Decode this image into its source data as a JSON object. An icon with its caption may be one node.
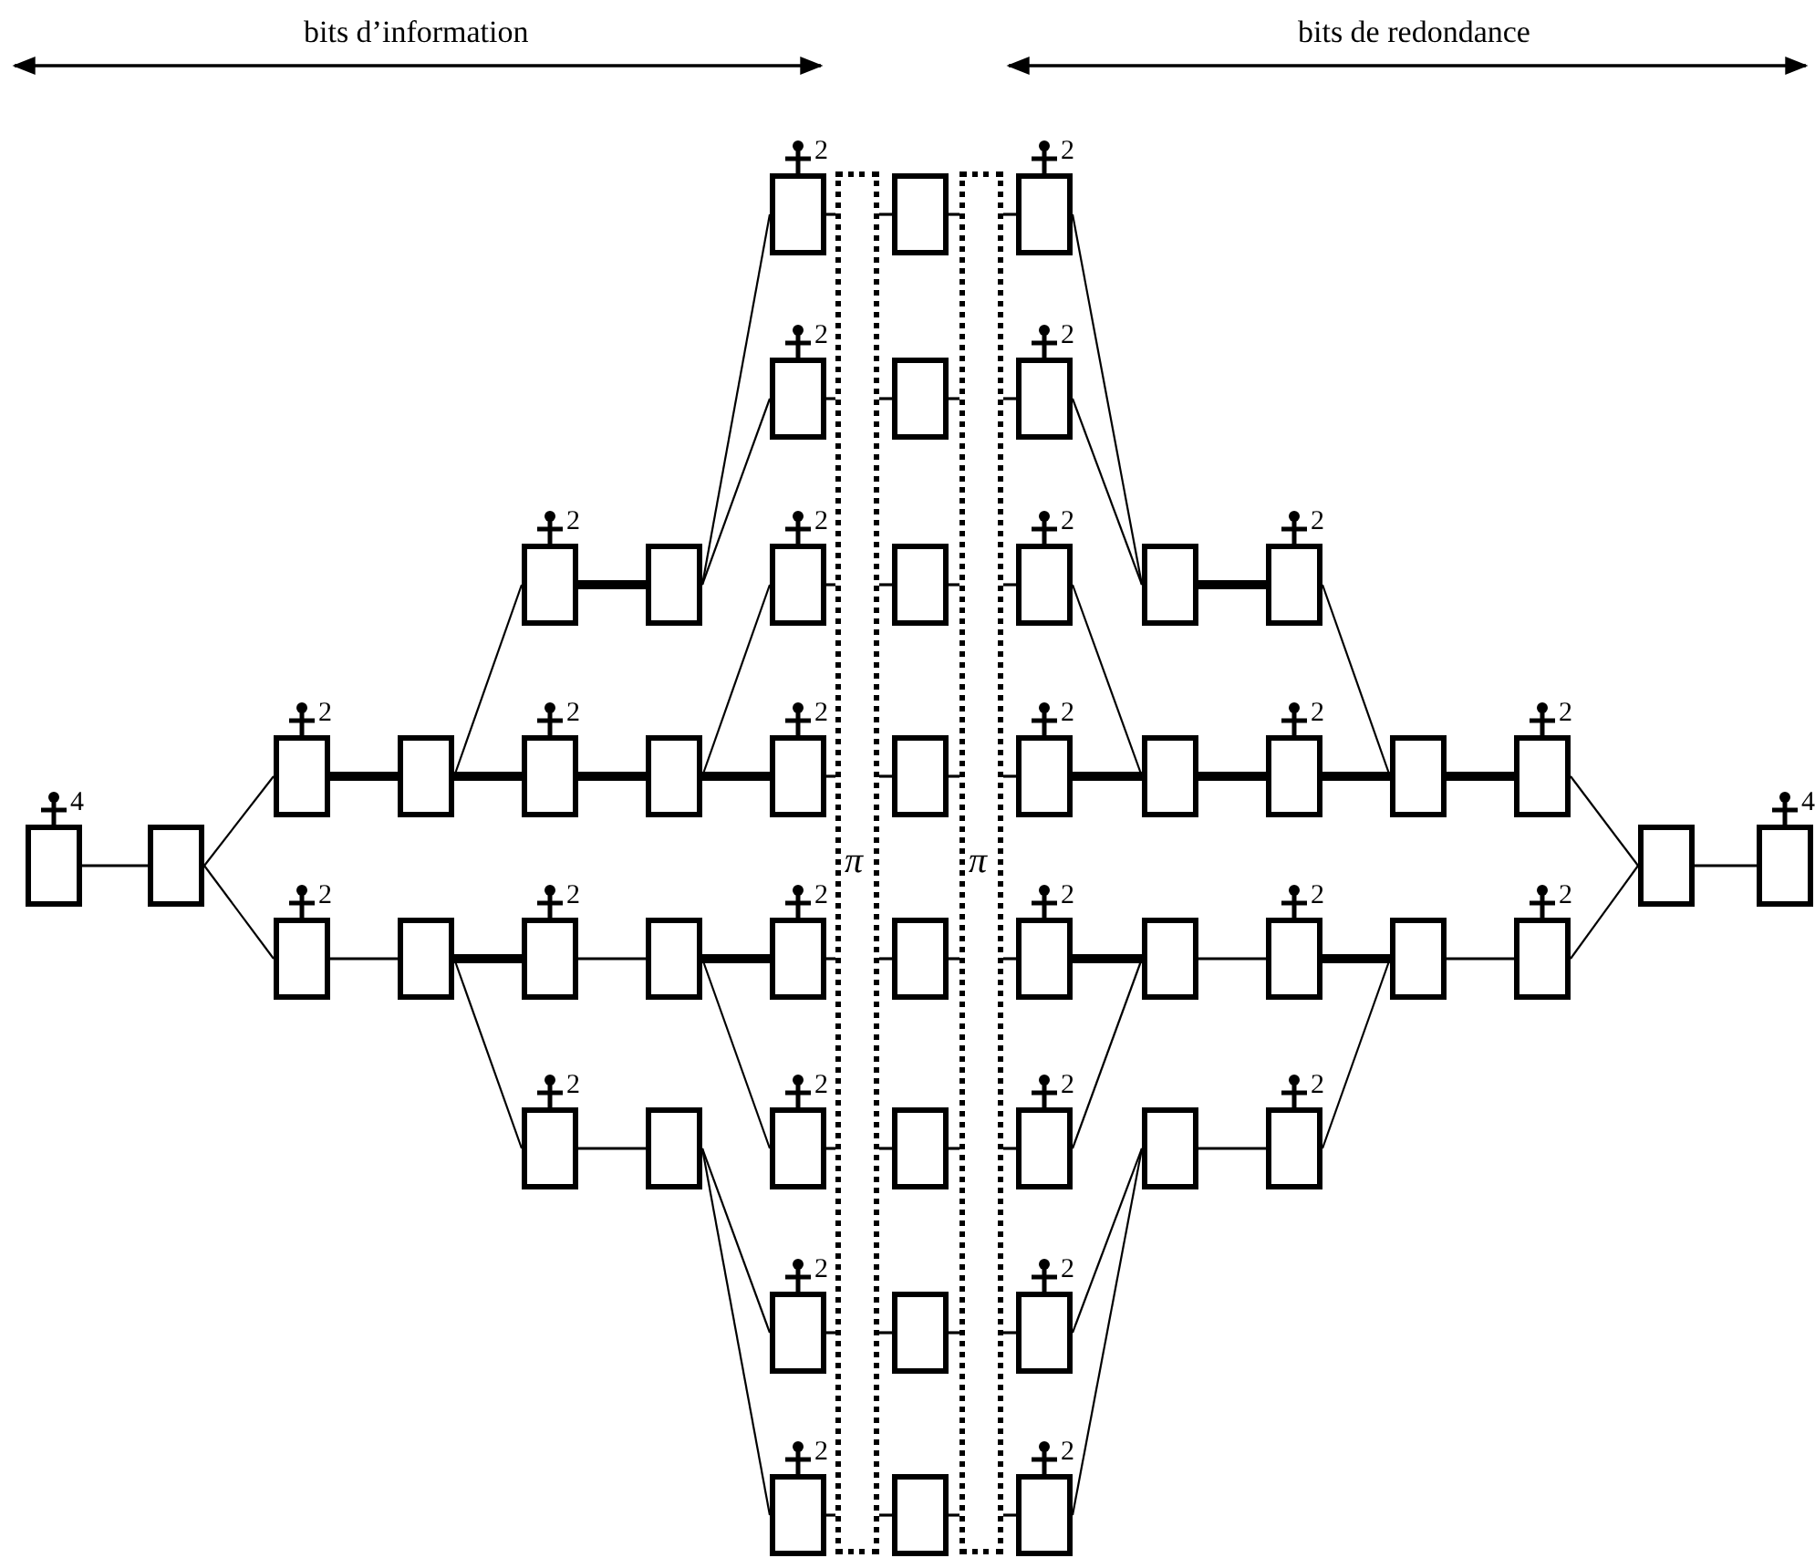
{
  "diagram": {
    "nodes": [
      {
        "text": [],
        "shape": "box",
        "beside": [
          "4"
        ]
      },
      {
        "text": [],
        "shape": "box"
      },
      {
        "text": [],
        "shape": "box",
        "beside": [
          "2"
        ]
      },
      {
        "text": [],
        "shape": "box",
        "beside": [
          "2"
        ]
      },
      {
        "text": [],
        "shape": "box"
      },
      {
        "text": [],
        "shape": "box"
      },
      {
        "text": [],
        "shape": "box",
        "beside": [
          "2"
        ]
      },
      {
        "text": [],
        "shape": "box",
        "beside": [
          "2"
        ]
      },
      {
        "text": [],
        "shape": "box",
        "beside": [
          "2"
        ]
      },
      {
        "text": [],
        "shape": "box",
        "beside": [
          "2"
        ]
      },
      {
        "text": [],
        "shape": "box"
      },
      {
        "text": [],
        "shape": "box"
      },
      {
        "text": [],
        "shape": "box"
      },
      {
        "text": [],
        "shape": "box"
      },
      {
        "text": [],
        "shape": "box",
        "beside": [
          "2"
        ]
      },
      {
        "text": [],
        "shape": "box",
        "beside": [
          "2"
        ]
      },
      {
        "text": [],
        "shape": "box",
        "beside": [
          "2"
        ]
      },
      {
        "text": [],
        "shape": "box",
        "beside": [
          "2"
        ]
      },
      {
        "text": [],
        "shape": "box",
        "beside": [
          "2"
        ]
      },
      {
        "text": [],
        "shape": "box",
        "beside": [
          "2"
        ]
      },
      {
        "text": [],
        "shape": "box",
        "beside": [
          "2"
        ]
      },
      {
        "text": [],
        "shape": "box",
        "beside": [
          "2"
        ]
      },
      {
        "text": [
          "π"
        ]
      },
      {
        "text": [],
        "shape": "box"
      },
      {
        "text": [],
        "shape": "box"
      },
      {
        "text": [],
        "shape": "box"
      },
      {
        "text": [],
        "shape": "box"
      },
      {
        "text": [],
        "shape": "box"
      },
      {
        "text": [],
        "shape": "box"
      },
      {
        "text": [],
        "shape": "box"
      },
      {
        "text": [],
        "shape": "box"
      },
      {
        "text": [
          "π"
        ]
      },
      {
        "text": [],
        "shape": "box",
        "beside": [
          "2"
        ]
      },
      {
        "text": [],
        "shape": "box",
        "beside": [
          "2"
        ]
      },
      {
        "text": [],
        "shape": "box",
        "beside": [
          "2"
        ]
      },
      {
        "text": [],
        "shape": "box",
        "beside": [
          "2"
        ]
      },
      {
        "text": [],
        "shape": "box",
        "beside": [
          "2"
        ]
      },
      {
        "text": [],
        "shape": "box",
        "beside": [
          "2"
        ]
      },
      {
        "text": [],
        "shape": "box",
        "beside": [
          "2"
        ]
      },
      {
        "text": [],
        "shape": "box",
        "beside": [
          "2"
        ]
      },
      {
        "text": [],
        "shape": "box"
      },
      {
        "text": [],
        "shape": "box"
      },
      {
        "text": [],
        "shape": "box"
      },
      {
        "text": [],
        "shape": "box"
      },
      {
        "text": [],
        "shape": "box",
        "beside": [
          "2"
        ]
      },
      {
        "text": [],
        "shape": "box",
        "beside": [
          "2"
        ]
      },
      {
        "text": [],
        "shape": "box",
        "beside": [
          "2"
        ]
      },
      {
        "text": [],
        "shape": "box",
        "beside": [
          "2"
        ]
      },
      {
        "text": [],
        "shape": "box"
      },
      {
        "text": [],
        "shape": "box"
      },
      {
        "text": [],
        "shape": "box",
        "beside": [
          "2"
        ]
      },
      {
        "text": [],
        "shape": "box",
        "beside": [
          "2"
        ]
      },
      {
        "text": [],
        "shape": "box"
      },
      {
        "text": [],
        "shape": "box",
        "beside": [
          "4"
        ]
      }
    ],
    "edges": [
      {
        "from": 0,
        "to": 1,
        "arrow": "none"
      },
      {
        "from": 1,
        "to": 2,
        "arrow": "none"
      },
      {
        "from": 1,
        "to": 3,
        "arrow": "none"
      },
      {
        "from": 2,
        "to": 4,
        "arrow": "none",
        "style": "thick"
      },
      {
        "from": 3,
        "to": 5,
        "arrow": "none"
      },
      {
        "from": 4,
        "to": 6,
        "arrow": "none"
      },
      {
        "from": 4,
        "to": 7,
        "arrow": "none",
        "style": "thick"
      },
      {
        "from": 5,
        "to": 8,
        "arrow": "none",
        "style": "thick"
      },
      {
        "from": 5,
        "to": 9,
        "arrow": "none"
      },
      {
        "from": 6,
        "to": 10,
        "arrow": "none",
        "style": "thick"
      },
      {
        "from": 7,
        "to": 11,
        "arrow": "none",
        "style": "thick"
      },
      {
        "from": 8,
        "to": 12,
        "arrow": "none"
      },
      {
        "from": 9,
        "to": 13,
        "arrow": "none"
      },
      {
        "from": 10,
        "to": 14,
        "arrow": "none"
      },
      {
        "from": 10,
        "to": 15,
        "arrow": "none"
      },
      {
        "from": 11,
        "to": 16,
        "arrow": "none"
      },
      {
        "from": 11,
        "to": 17,
        "arrow": "none",
        "style": "thick"
      },
      {
        "from": 12,
        "to": 18,
        "arrow": "none",
        "style": "thick"
      },
      {
        "from": 12,
        "to": 19,
        "arrow": "none"
      },
      {
        "from": 13,
        "to": 20,
        "arrow": "none"
      },
      {
        "from": 13,
        "to": 21,
        "arrow": "none"
      },
      {
        "from": 14,
        "to": 22,
        "arrow": "none"
      },
      {
        "from": 15,
        "to": 22,
        "arrow": "none"
      },
      {
        "from": 16,
        "to": 22,
        "arrow": "none"
      },
      {
        "from": 17,
        "to": 22,
        "arrow": "none"
      },
      {
        "from": 18,
        "to": 22,
        "arrow": "none"
      },
      {
        "from": 19,
        "to": 22,
        "arrow": "none"
      },
      {
        "from": 20,
        "to": 22,
        "arrow": "none"
      },
      {
        "from": 21,
        "to": 22,
        "arrow": "none"
      },
      {
        "from": 22,
        "to": 23,
        "arrow": "none"
      },
      {
        "from": 22,
        "to": 24,
        "arrow": "none"
      },
      {
        "from": 22,
        "to": 25,
        "arrow": "none"
      },
      {
        "from": 22,
        "to": 26,
        "arrow": "none"
      },
      {
        "from": 22,
        "to": 27,
        "arrow": "none"
      },
      {
        "from": 22,
        "to": 28,
        "arrow": "none"
      },
      {
        "from": 22,
        "to": 29,
        "arrow": "none"
      },
      {
        "from": 22,
        "to": 30,
        "arrow": "none"
      },
      {
        "from": 23,
        "to": 31,
        "arrow": "none"
      },
      {
        "from": 24,
        "to": 31,
        "arrow": "none"
      },
      {
        "from": 25,
        "to": 31,
        "arrow": "none"
      },
      {
        "from": 26,
        "to": 31,
        "arrow": "none"
      },
      {
        "from": 27,
        "to": 31,
        "arrow": "none"
      },
      {
        "from": 28,
        "to": 31,
        "arrow": "none"
      },
      {
        "from": 29,
        "to": 31,
        "arrow": "none"
      },
      {
        "from": 30,
        "to": 31,
        "arrow": "none"
      },
      {
        "from": 31,
        "to": 32,
        "arrow": "none"
      },
      {
        "from": 31,
        "to": 33,
        "arrow": "none"
      },
      {
        "from": 31,
        "to": 34,
        "arrow": "none"
      },
      {
        "from": 31,
        "to": 35,
        "arrow": "none"
      },
      {
        "from": 31,
        "to": 36,
        "arrow": "none"
      },
      {
        "from": 31,
        "to": 37,
        "arrow": "none"
      },
      {
        "from": 31,
        "to": 38,
        "arrow": "none"
      },
      {
        "from": 31,
        "to": 39,
        "arrow": "none"
      },
      {
        "from": 32,
        "to": 40,
        "arrow": "none"
      },
      {
        "from": 33,
        "to": 40,
        "arrow": "none"
      },
      {
        "from": 34,
        "to": 41,
        "arrow": "none"
      },
      {
        "from": 35,
        "to": 41,
        "arrow": "none",
        "style": "thick"
      },
      {
        "from": 36,
        "to": 42,
        "arrow": "none",
        "style": "thick"
      },
      {
        "from": 37,
        "to": 42,
        "arrow": "none"
      },
      {
        "from": 38,
        "to": 43,
        "arrow": "none"
      },
      {
        "from": 39,
        "to": 43,
        "arrow": "none"
      },
      {
        "from": 40,
        "to": 44,
        "arrow": "none",
        "style": "thick"
      },
      {
        "from": 41,
        "to": 45,
        "arrow": "none",
        "style": "thick"
      },
      {
        "from": 42,
        "to": 46,
        "arrow": "none"
      },
      {
        "from": 43,
        "to": 47,
        "arrow": "none"
      },
      {
        "from": 44,
        "to": 48,
        "arrow": "none"
      },
      {
        "from": 45,
        "to": 48,
        "arrow": "none",
        "style": "thick"
      },
      {
        "from": 46,
        "to": 49,
        "arrow": "none",
        "style": "thick"
      },
      {
        "from": 47,
        "to": 49,
        "arrow": "none"
      },
      {
        "from": 48,
        "to": 50,
        "arrow": "none",
        "style": "thick"
      },
      {
        "from": 49,
        "to": 51,
        "arrow": "none"
      },
      {
        "from": 50,
        "to": 52,
        "arrow": "none"
      },
      {
        "from": 51,
        "to": 52,
        "arrow": "none"
      },
      {
        "from": 52,
        "to": 53,
        "arrow": "none"
      }
    ],
    "labels": [
      "bits d’information",
      "bits de redondance"
    ]
  }
}
